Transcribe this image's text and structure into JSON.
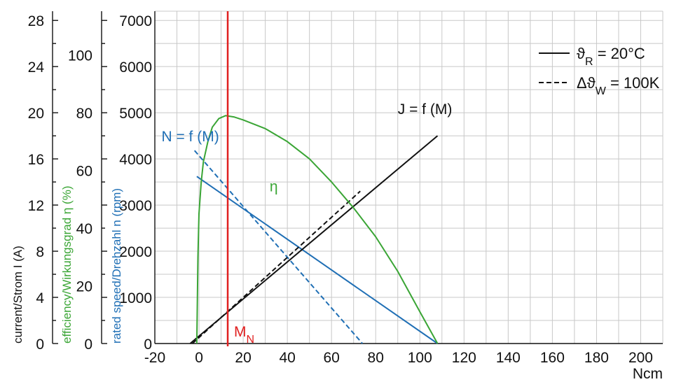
{
  "chart_data": {
    "type": "line",
    "xlabel": "Ncm",
    "xlim": [
      -20,
      210
    ],
    "x_ticks": [
      "-20",
      "0",
      "20",
      "40",
      "60",
      "80",
      "100",
      "120",
      "140",
      "160",
      "180",
      "200"
    ],
    "x_tick_values": [
      -20,
      0,
      20,
      40,
      60,
      80,
      100,
      120,
      140,
      160,
      180,
      200
    ],
    "axes": {
      "speed": {
        "label": "rated speed/Drehzahl n (rpm)",
        "ylim": [
          0,
          7200
        ],
        "ticks": [
          "0",
          "1000",
          "2000",
          "3000",
          "4000",
          "5000",
          "6000",
          "7000"
        ],
        "tick_values": [
          0,
          1000,
          2000,
          3000,
          4000,
          5000,
          6000,
          7000
        ],
        "color": "#1f6fb5"
      },
      "efficiency": {
        "label": "efficiency/Wirkungsgrad η (%)",
        "ylim": [
          0,
          115.2
        ],
        "ticks": [
          "0",
          "20",
          "40",
          "60",
          "80",
          "100"
        ],
        "tick_values": [
          0,
          20,
          40,
          60,
          80,
          100
        ],
        "color": "#3aa535"
      },
      "current": {
        "label": "current/Strom I (A)",
        "ylim": [
          0,
          28.8
        ],
        "ticks": [
          "0",
          "4",
          "8",
          "12",
          "16",
          "20",
          "24",
          "28"
        ],
        "tick_values": [
          0,
          4,
          8,
          12,
          16,
          20,
          24,
          28
        ],
        "color": "#111111"
      }
    },
    "series": [
      {
        "name": "N = f (M)",
        "style": "solid",
        "color": "#1f6fb5",
        "axis": "speed",
        "x": [
          -1,
          108
        ],
        "y": [
          3620,
          0
        ]
      },
      {
        "name": "N = f (M)",
        "style": "dashed",
        "color": "#1f6fb5",
        "axis": "speed",
        "x": [
          -2,
          74
        ],
        "y": [
          4180,
          0
        ]
      },
      {
        "name": "J = f (M)",
        "style": "solid",
        "color": "#111111",
        "axis": "current",
        "x": [
          -4,
          108
        ],
        "y": [
          0,
          18
        ]
      },
      {
        "name": "J = f (M)",
        "style": "dashed",
        "color": "#111111",
        "axis": "current",
        "x": [
          -3,
          73
        ],
        "y": [
          0,
          13.2
        ]
      },
      {
        "name": "η",
        "style": "solid",
        "color": "#3aa535",
        "axis": "efficiency",
        "x": [
          -1,
          -0.5,
          0,
          1,
          2,
          4,
          6,
          9,
          12,
          16,
          20,
          30,
          40,
          50,
          60,
          70,
          80,
          90,
          100,
          108
        ],
        "y": [
          0,
          30,
          45,
          56,
          63,
          70,
          75,
          78,
          79,
          78.5,
          77.5,
          74.5,
          70,
          64,
          56,
          47,
          37,
          25,
          11,
          0
        ]
      }
    ],
    "series_labels": [
      {
        "text": "N = f (M)",
        "color": "#1f6fb5",
        "x": -17,
        "y_axis": "speed",
        "y": 4380
      },
      {
        "text": "J = f (M)",
        "color": "#111111",
        "x": 90,
        "y_axis": "speed",
        "y": 4970
      },
      {
        "text": "η",
        "color": "#3aa535",
        "x": 32,
        "y_axis": "speed",
        "y": 3300
      }
    ],
    "rated_torque_marker": {
      "label": "M",
      "subscript": "N",
      "x": 13,
      "color": "#e02020"
    },
    "legend": {
      "position": "top-right",
      "items": [
        {
          "style": "solid",
          "symbol": "ϑ",
          "subscript": "R",
          "text": " = 20°C"
        },
        {
          "style": "dashed",
          "symbol": "Δϑ",
          "subscript": "W",
          "text": " = 100K"
        }
      ]
    },
    "grid": true
  }
}
